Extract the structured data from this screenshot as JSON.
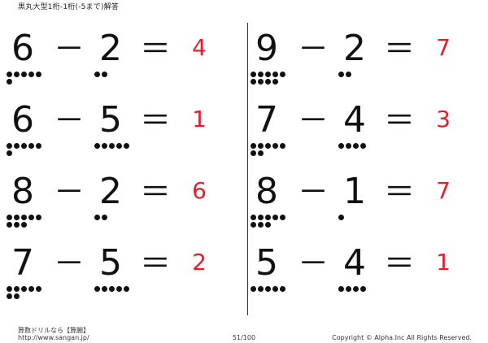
{
  "header": {
    "title": "黒丸大型1桁-1桁(-5まで)解答"
  },
  "problems": [
    {
      "a": "6",
      "op": "－",
      "b": "2",
      "eq": "＝",
      "answer": "4"
    },
    {
      "a": "6",
      "op": "－",
      "b": "5",
      "eq": "＝",
      "answer": "1"
    },
    {
      "a": "8",
      "op": "－",
      "b": "2",
      "eq": "＝",
      "answer": "6"
    },
    {
      "a": "7",
      "op": "－",
      "b": "5",
      "eq": "＝",
      "answer": "2"
    },
    {
      "a": "9",
      "op": "－",
      "b": "2",
      "eq": "＝",
      "answer": "7"
    },
    {
      "a": "7",
      "op": "－",
      "b": "4",
      "eq": "＝",
      "answer": "3"
    },
    {
      "a": "8",
      "op": "－",
      "b": "1",
      "eq": "＝",
      "answer": "7"
    },
    {
      "a": "5",
      "op": "－",
      "b": "4",
      "eq": "＝",
      "answer": "1"
    }
  ],
  "footer": {
    "brand": "算数ドリルなら【算願】",
    "url": "http://www.sangan.jp/",
    "page": "51/100",
    "copyright": "Copyright © Alpha.Inc All Rights Reserved."
  },
  "colors": {
    "answer": "#e0202a",
    "text": "#111111"
  }
}
